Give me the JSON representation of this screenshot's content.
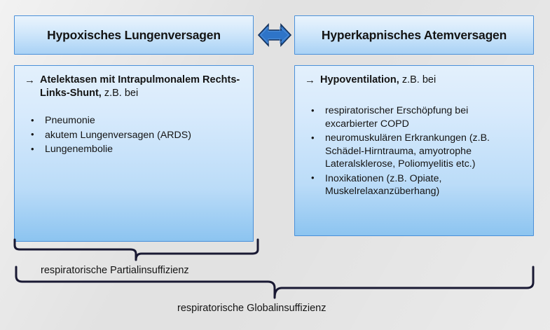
{
  "slide": {
    "background_color": "#e2e2e2",
    "accent_color": "#2e74c8",
    "box_border_color": "#4a90d9",
    "brace_color": "#191933"
  },
  "columns": [
    {
      "id": "hypoxic",
      "header": "Hypoxisches Lungenversagen",
      "lead": {
        "arrow": "→",
        "bold": "Atelektasen mit Intrapulmonalem Rechts-Links-Shunt,",
        "regular": "z.B. bei"
      },
      "bullets": [
        "Pneumonie",
        "akutem Lungenversagen (ARDS)",
        "Lungenembolie"
      ]
    },
    {
      "id": "hypercapnic",
      "header": "Hyperkapnisches Atemversagen",
      "lead": {
        "arrow": "→",
        "bold": "Hypoventilation,",
        "regular": "z.B. bei"
      },
      "bullets": [
        "respiratorischer Erschöpfung bei excarbierter COPD",
        "neuromuskulären Erkrankungen (z.B. Schädel-Hirntrauma, amyotrophe Lateralsklerose, Poliomyelitis etc.)",
        "Inoxikationen (z.B. Opiate, Muskelrelaxanzüberhang)"
      ]
    }
  ],
  "connector": {
    "icon": "double-headed-arrow",
    "direction": "left-right"
  },
  "braces": [
    {
      "id": "partial",
      "label": "respiratorische Partialinsuffizienz",
      "scope": "hypoxic"
    },
    {
      "id": "global",
      "label": "respiratorische Globalinsuffizienz",
      "scope": "both"
    }
  ]
}
